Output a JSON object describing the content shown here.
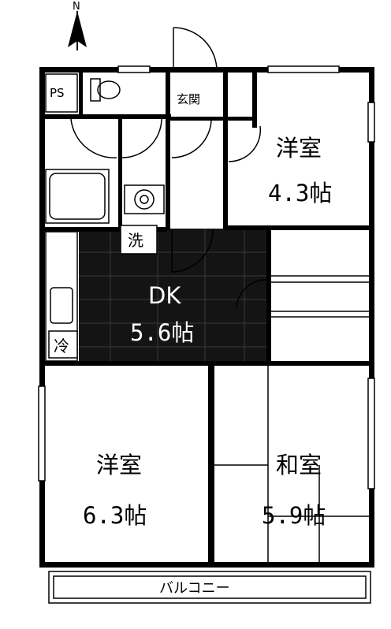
{
  "north_mark": "N",
  "labels": {
    "ps": "PS",
    "entrance": "玄関",
    "washer": "洗",
    "fridge": "冷",
    "balcony": "バルコニー"
  },
  "rooms": {
    "western_1": {
      "name": "洋室",
      "size": "4.3帖"
    },
    "ldk": {
      "name": "DK",
      "size": "5.6帖"
    },
    "western_2": {
      "name": "洋室",
      "size": "6.3帖"
    },
    "japanese": {
      "name": "和室",
      "size": "5.9帖"
    }
  }
}
